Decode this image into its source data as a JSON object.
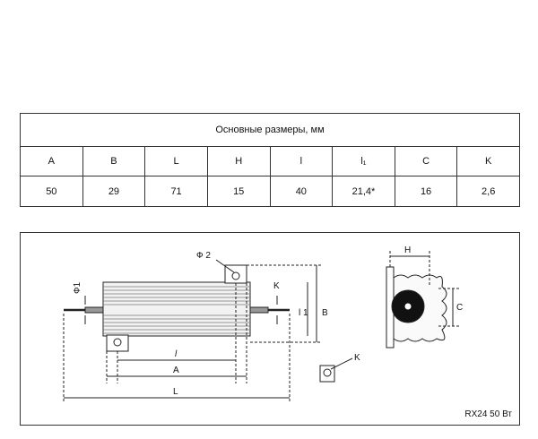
{
  "table": {
    "title": "Основные размеры,  мм",
    "headers": [
      "A",
      "B",
      "L",
      "H",
      "l",
      "l₁",
      "C",
      "K"
    ],
    "values": [
      "50",
      "29",
      "71",
      "15",
      "40",
      "21,4*",
      "16",
      "2,6"
    ]
  },
  "drawing": {
    "labels": {
      "phi2": "Ф 2",
      "phi1": "Ф1",
      "k_top": "K",
      "l1": "l 1",
      "b": "B",
      "l": "l",
      "a": "A",
      "L": "L",
      "h": "H",
      "c": "C",
      "k_detail": "K"
    },
    "caption": "RX24 50 Вт"
  }
}
